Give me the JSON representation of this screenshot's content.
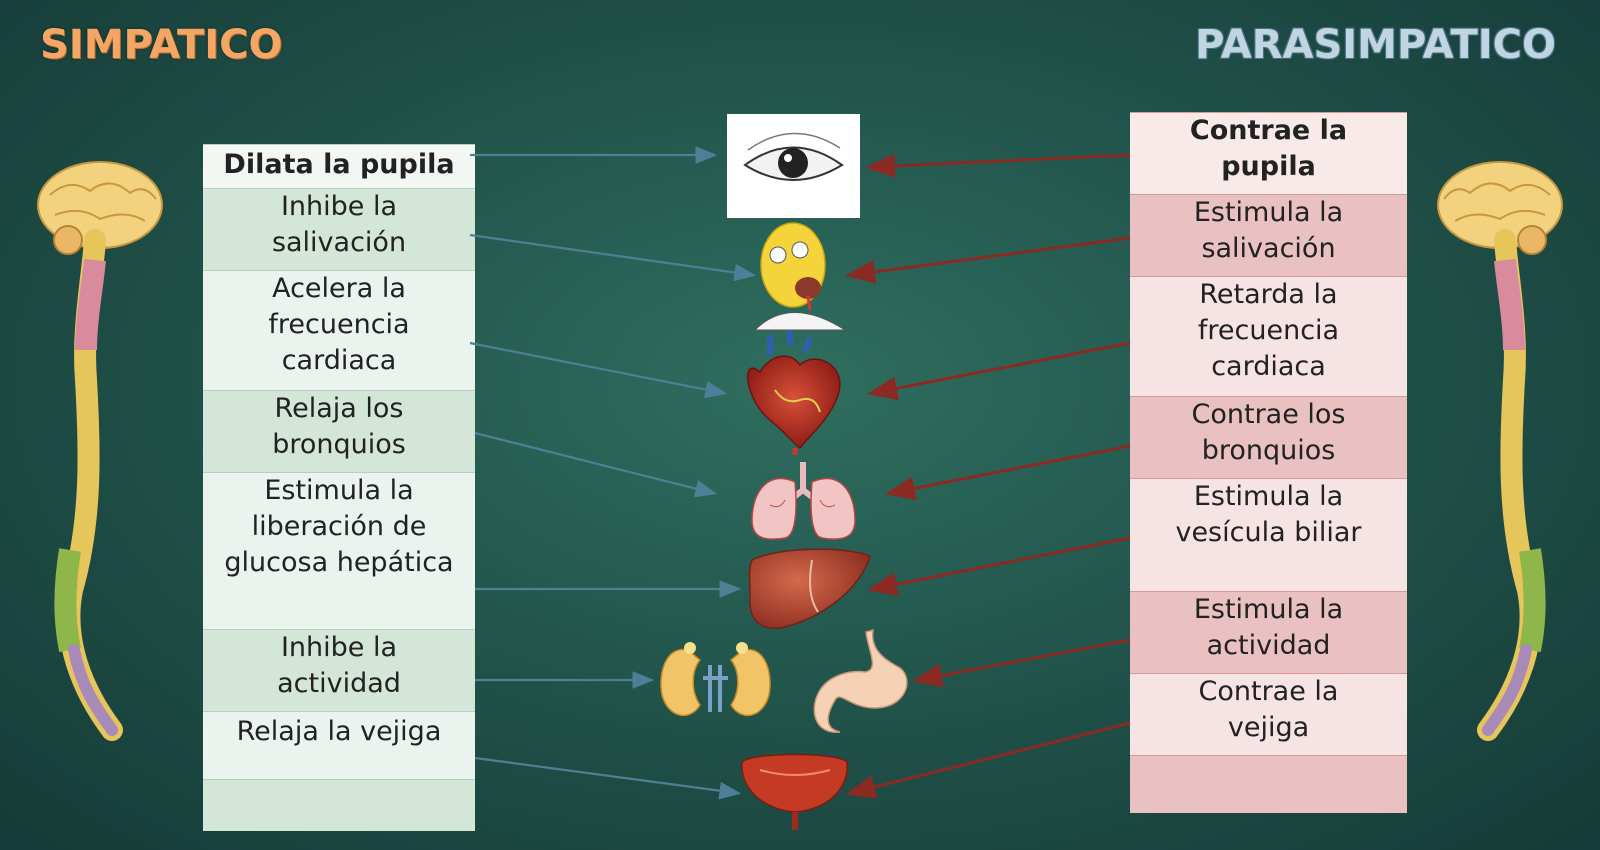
{
  "titles": {
    "left": "SIMPATICO",
    "right": "PARASIMPATICO"
  },
  "simpatico": [
    "Dilata la pupila",
    "Inhibe la salivación",
    "Acelera la frecuencia cardiaca",
    "Relaja los bronquios",
    "Estimula la liberación de glucosa hepática",
    "Inhibe la actividad",
    "Relaja la vejiga",
    ""
  ],
  "parasimpatico": [
    "Contrae la pupila",
    "Estimula la salivación",
    "Retarda la frecuencia cardiaca",
    "Contrae los bronquios",
    "Estimula la vesícula biliar",
    "Estimula la actividad",
    "Contrae la vejiga",
    ""
  ],
  "organs": [
    "eye",
    "salivating-face",
    "heart",
    "lungs",
    "liver",
    "kidneys",
    "stomach",
    "bladder"
  ],
  "colors": {
    "sympathetic_arrow": "#4d7f96",
    "parasympathetic_arrow": "#8b2a22"
  }
}
